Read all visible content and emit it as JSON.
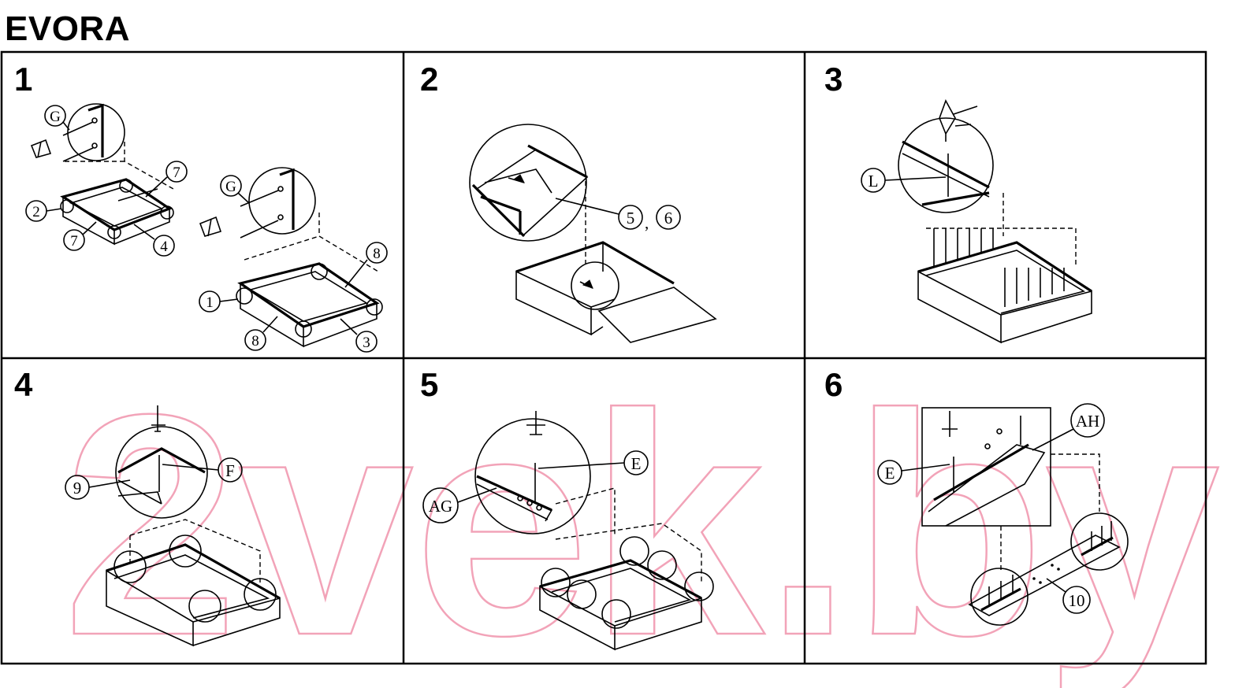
{
  "title": "EVORA",
  "watermark": "2vek.by",
  "steps": [
    {
      "number": "1",
      "callouts": [
        "G",
        "7",
        "2",
        "7",
        "4",
        "G",
        "8",
        "1",
        "8",
        "3"
      ]
    },
    {
      "number": "2",
      "callouts": [
        "5",
        "6"
      ],
      "separator": ","
    },
    {
      "number": "3",
      "callouts": [
        "L"
      ]
    },
    {
      "number": "4",
      "callouts": [
        "F",
        "9"
      ]
    },
    {
      "number": "5",
      "callouts": [
        "E",
        "AG"
      ]
    },
    {
      "number": "6",
      "callouts": [
        "AH",
        "E",
        "10"
      ]
    }
  ]
}
